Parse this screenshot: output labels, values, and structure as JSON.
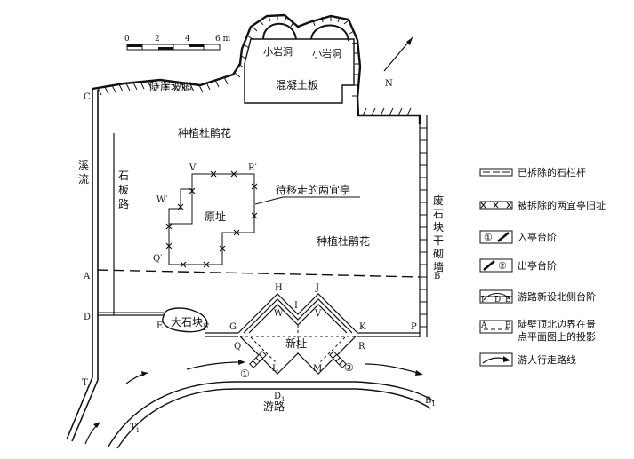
{
  "scale": {
    "ticks": [
      "0",
      "2",
      "4",
      "6 m"
    ]
  },
  "north": "N",
  "labels": {
    "caves_left": "小岩洞",
    "caves_right": "小岩洞",
    "concrete": "混凝土板",
    "cliff": "陡崖坡脚",
    "stream": "溪流",
    "stone_path": "石板路",
    "plant_top": "种植杜鹃花",
    "plant_right": "种植杜鹃花",
    "pavilion_to_move": "待移走的两宜亭",
    "old_site": "原址",
    "new_site": "新址",
    "big_rock": "大石块",
    "wall": "废石块干砌墙",
    "tour_road": "游路"
  },
  "letters": {
    "C": "C",
    "A": "A",
    "D": "D",
    "T": "T",
    "B": "B",
    "P": "P",
    "E": "E",
    "F": "F",
    "G": "G",
    "H": "H",
    "W": "W",
    "I": "I",
    "J": "J",
    "V": "V",
    "K": "K",
    "Q": "Q",
    "R": "R",
    "L": "L",
    "M": "M",
    "Vp": "V′",
    "Rp": "R′",
    "Wp": "W′",
    "Qp": "Q′",
    "D1": "D",
    "D1sub": "1",
    "B1": "B",
    "B1sub": "1",
    "T1": "T",
    "T1sub": "1"
  },
  "steps": {
    "enter": "①",
    "exit": "②"
  },
  "legend": [
    {
      "key": "removed-railing",
      "text": "已拆除的石栏杆"
    },
    {
      "key": "old-site-marker",
      "text": "被拆除的两宜亭旧址"
    },
    {
      "key": "enter-steps",
      "text": "入亭台阶"
    },
    {
      "key": "exit-steps",
      "text": "出亭台阶"
    },
    {
      "key": "north-steps",
      "text": "游路新设北侧台阶"
    },
    {
      "key": "cliff-projection",
      "text": "陡壁顶北边界在景点平面图上的投影"
    },
    {
      "key": "walk-route",
      "text": "游人行走路线"
    }
  ],
  "legend_symbols": {
    "enter1": "①",
    "exit2": "②",
    "north_steps_tag": "I",
    "north_steps_tag2": "D",
    "north_steps_tag3": "B",
    "proj_a": "A",
    "proj_b": "B"
  }
}
